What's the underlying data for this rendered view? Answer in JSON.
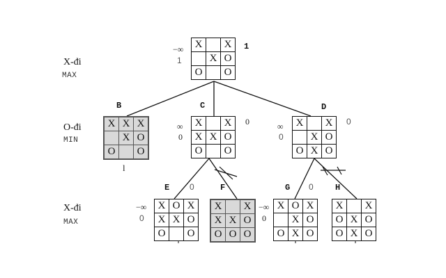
{
  "levels": [
    {
      "player": "X-đi",
      "role": "MAX"
    },
    {
      "player": "O-đi",
      "role": "MIN"
    },
    {
      "player": "X-đi",
      "role": "MAX"
    }
  ],
  "nodes": {
    "root": {
      "label": "1",
      "alpha": "−∞",
      "beta": "1",
      "board": [
        [
          "X",
          "",
          "X"
        ],
        [
          "",
          "X",
          "O"
        ],
        [
          "O",
          "",
          "O"
        ]
      ]
    },
    "B": {
      "label": "B",
      "value": "l",
      "board": [
        [
          "X",
          "X",
          "X"
        ],
        [
          "",
          "X",
          "O"
        ],
        [
          "O",
          "",
          "O"
        ]
      ]
    },
    "C": {
      "label": "C",
      "alpha": "∞",
      "beta": "0",
      "right": "0",
      "board": [
        [
          "X",
          "",
          "X"
        ],
        [
          "X",
          "X",
          "O"
        ],
        [
          "O",
          "",
          "O"
        ]
      ]
    },
    "D": {
      "label": "D",
      "alpha": "∞",
      "beta": "0",
      "right": "0",
      "board": [
        [
          "X",
          "",
          "X"
        ],
        [
          "",
          "X",
          "O"
        ],
        [
          "O",
          "X",
          "O"
        ]
      ]
    },
    "E": {
      "label": "E",
      "alpha": "−∞",
      "beta": "0",
      "top": "0",
      "board": [
        [
          "X",
          "O",
          "X"
        ],
        [
          "X",
          "X",
          "O"
        ],
        [
          "O",
          "",
          "O"
        ]
      ]
    },
    "F": {
      "label": "F",
      "board": [
        [
          "X",
          "",
          "X"
        ],
        [
          "X",
          "X",
          "O"
        ],
        [
          "O",
          "O",
          "O"
        ]
      ]
    },
    "G": {
      "label": "G",
      "alpha": "−∞",
      "beta": "0",
      "top": "0",
      "board": [
        [
          "X",
          "O",
          "X"
        ],
        [
          "",
          "X",
          "O"
        ],
        [
          "O",
          "X",
          "O"
        ]
      ]
    },
    "H": {
      "label": "H",
      "board": [
        [
          "X",
          "",
          "X"
        ],
        [
          "O",
          "X",
          "O"
        ],
        [
          "O",
          "X",
          "O"
        ]
      ]
    }
  }
}
